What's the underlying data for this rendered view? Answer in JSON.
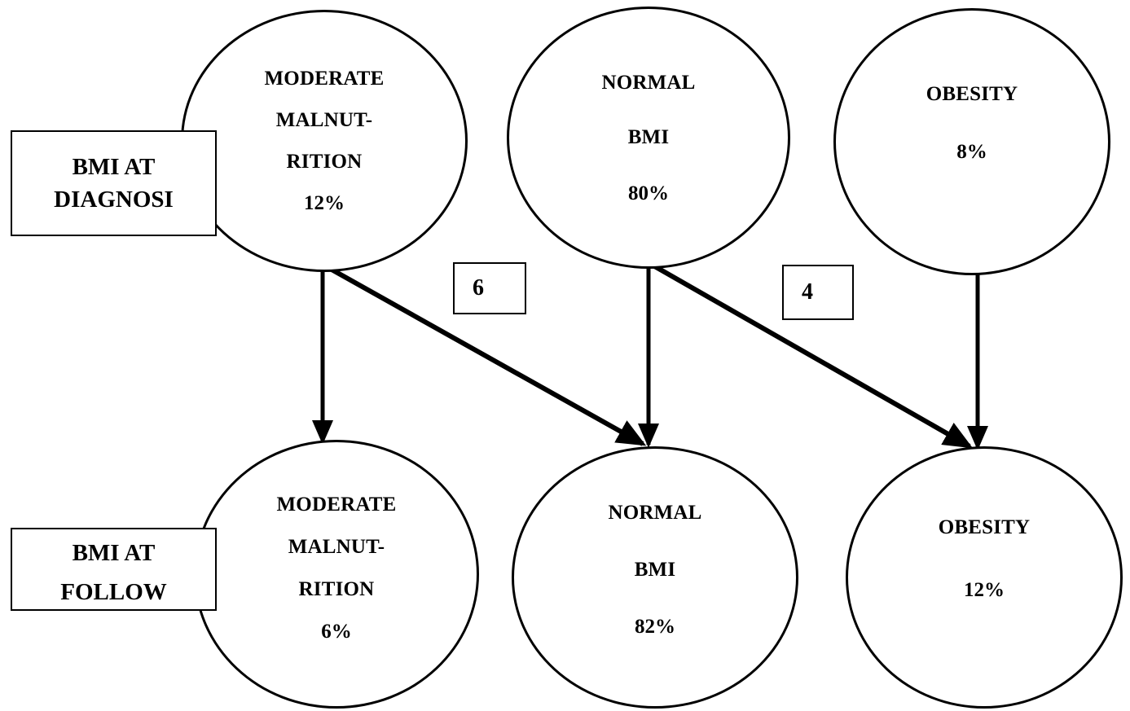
{
  "diagram": {
    "title": "BMI transition flow diagram",
    "stroke_color": "#000000",
    "background_color": "#ffffff",
    "rows": [
      {
        "id": "diagnosis",
        "label_line1": "BMI AT",
        "label_line2": "DIAGNOSI"
      },
      {
        "id": "followup",
        "label_line1": "BMI AT",
        "label_line2": "FOLLOW"
      }
    ],
    "nodes": {
      "top_moderate_malnutrition": {
        "line1": "MODERATE",
        "line2": "MALNUT-",
        "line3": "RITION",
        "percent": "12%"
      },
      "top_normal_bmi": {
        "line1": "NORMAL",
        "line2": "BMI",
        "percent": "80%"
      },
      "top_obesity": {
        "line1": "OBESITY",
        "percent": "8%"
      },
      "bottom_moderate_malnutrition": {
        "line1": "MODERATE",
        "line2": "MALNUT-",
        "line3": "RITION",
        "percent": "6%"
      },
      "bottom_normal_bmi": {
        "line1": "NORMAL",
        "line2": "BMI",
        "percent": "82%"
      },
      "bottom_obesity": {
        "line1": "OBESITY",
        "percent": "12%"
      }
    },
    "edge_labels": {
      "mm_to_normal": "6",
      "normal_to_obesity": "4"
    }
  },
  "chart_data": {
    "type": "diagram",
    "title": "BMI at diagnosis versus BMI at follow-up",
    "categories": [
      "MODERATE MALNUTRITION",
      "NORMAL BMI",
      "OBESITY"
    ],
    "series": [
      {
        "name": "BMI AT DIAGNOSI",
        "values": [
          12,
          80,
          8
        ],
        "unit": "%"
      },
      {
        "name": "BMI AT FOLLOW",
        "values": [
          6,
          82,
          12
        ],
        "unit": "%"
      }
    ],
    "transitions": [
      {
        "from": "MODERATE MALNUTRITION",
        "to": "MODERATE MALNUTRITION",
        "label": ""
      },
      {
        "from": "MODERATE MALNUTRITION",
        "to": "NORMAL BMI",
        "label": "6"
      },
      {
        "from": "NORMAL BMI",
        "to": "NORMAL BMI",
        "label": ""
      },
      {
        "from": "NORMAL BMI",
        "to": "OBESITY",
        "label": "4"
      },
      {
        "from": "OBESITY",
        "to": "OBESITY",
        "label": ""
      }
    ]
  }
}
